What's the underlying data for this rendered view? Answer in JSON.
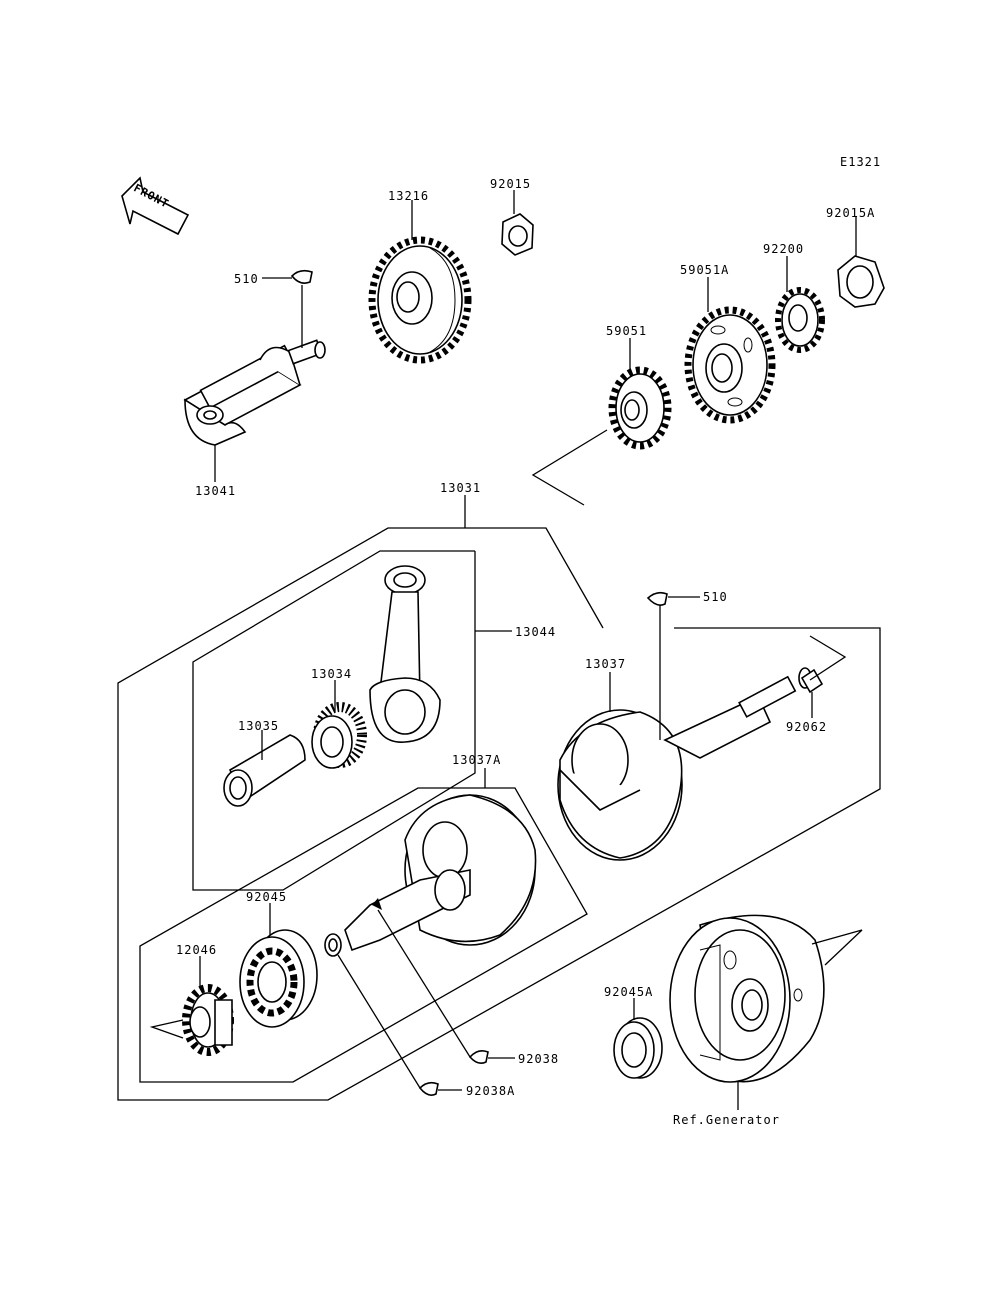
{
  "diagram": {
    "code": "E1321",
    "front_label": "FRONT",
    "ref_label": "Ref.Generator",
    "parts": {
      "p13041": "13041",
      "p510a": "510",
      "p13216": "13216",
      "p92015": "92015",
      "p92015a": "92015A",
      "p92200": "92200",
      "p59051a": "59051A",
      "p59051": "59051",
      "p13031": "13031",
      "p13044": "13044",
      "p13034": "13034",
      "p13035": "13035",
      "p510b": "510",
      "p13037": "13037",
      "p92062": "92062",
      "p13037a": "13037A",
      "p92045": "92045",
      "p12046": "12046",
      "p92038": "92038",
      "p92038a": "92038A",
      "p92045a": "92045A"
    }
  }
}
